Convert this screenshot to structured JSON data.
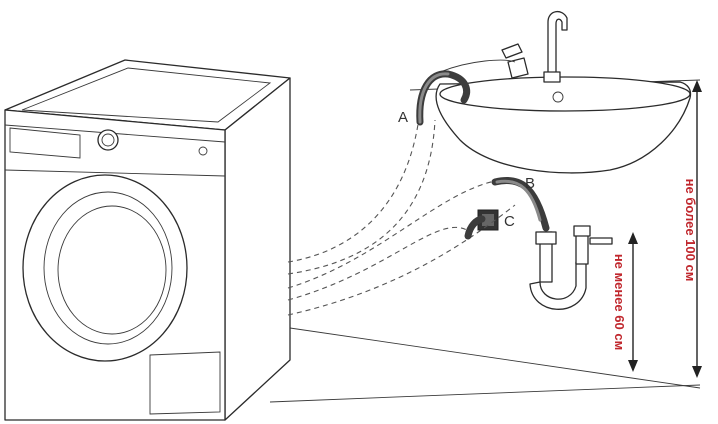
{
  "labels": {
    "a": "A",
    "b": "B",
    "c": "C"
  },
  "dimensions": {
    "max_height": "не более 100 см",
    "min_height": "не менее 60 см"
  },
  "colors": {
    "accent": "#c0272d",
    "line": "#2b2b2b"
  }
}
